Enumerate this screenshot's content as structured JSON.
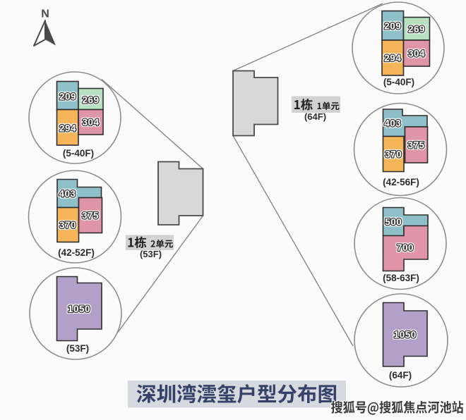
{
  "north": {
    "label": "N"
  },
  "title": {
    "text": "深圳湾澐玺户型分布图"
  },
  "watermark": {
    "text": "搜狐号@搜狐焦点河池站"
  },
  "colors": {
    "teal": "#8fc0c9",
    "green": "#b7e1c0",
    "orange": "#f6b458",
    "pink": "#e094a7",
    "purple": "#b3a0c9",
    "block_outline": "#2e2e2e",
    "circle_outline": "#8e8e8e",
    "callout_line": "#808080",
    "footprint_fill": "#d8d8d8",
    "footprint_outline": "#4a4a4a",
    "unit_label_box": "#d2d2d2",
    "unit_label_text": "#222222",
    "floor_label_text": "#2d2d2d",
    "area_number_fill": "#ffffff",
    "area_number_outline": "#333333",
    "title_box": "#d6d9dd",
    "title_text": "#364169",
    "watermark_text": "#3a3a3a",
    "north_color": "#4a4a4a",
    "background": "#fbfbfb"
  },
  "left_building": {
    "label_building": "1栋",
    "label_unit": "2单元",
    "floors": "(53F)",
    "views": [
      {
        "floors": "(5-40F)",
        "units": [
          {
            "area": "209",
            "color": "teal"
          },
          {
            "area": "269",
            "color": "green"
          },
          {
            "area": "294",
            "color": "orange"
          },
          {
            "area": "304",
            "color": "pink"
          }
        ]
      },
      {
        "floors": "(42-52F)",
        "units": [
          {
            "area": "403",
            "color": "teal"
          },
          {
            "area": "375",
            "color": "pink"
          },
          {
            "area": "370",
            "color": "orange"
          }
        ]
      },
      {
        "floors": "(53F)",
        "units": [
          {
            "area": "1050",
            "color": "purple"
          }
        ]
      }
    ]
  },
  "right_building": {
    "label_building": "1栋",
    "label_unit": "1单元",
    "floors": "(64F)",
    "views": [
      {
        "floors": "(5-40F)",
        "units": [
          {
            "area": "209",
            "color": "teal"
          },
          {
            "area": "269",
            "color": "green"
          },
          {
            "area": "294",
            "color": "orange"
          },
          {
            "area": "304",
            "color": "pink"
          }
        ]
      },
      {
        "floors": "(42-56F)",
        "units": [
          {
            "area": "403",
            "color": "teal"
          },
          {
            "area": "375",
            "color": "pink"
          },
          {
            "area": "370",
            "color": "orange"
          }
        ]
      },
      {
        "floors": "(58-63F)",
        "units": [
          {
            "area": "500",
            "color": "teal"
          },
          {
            "area": "700",
            "color": "pink"
          }
        ]
      },
      {
        "floors": "(64F)",
        "units": [
          {
            "area": "1050",
            "color": "purple"
          }
        ]
      }
    ]
  }
}
